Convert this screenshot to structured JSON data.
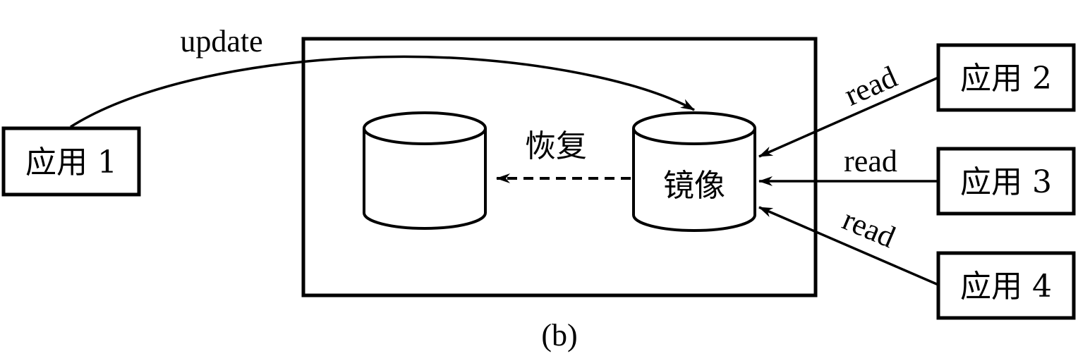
{
  "colors": {
    "stroke": "#000000",
    "background": "#ffffff"
  },
  "apps": {
    "app1": "应用 1",
    "app2": "应用 2",
    "app3": "应用 3",
    "app4": "应用 4"
  },
  "edges": {
    "update": "update",
    "read_app2": "read",
    "read_app3": "read",
    "read_app4": "read",
    "restore": "恢复"
  },
  "mirror_db_label": "镜像",
  "caption": "(b)"
}
